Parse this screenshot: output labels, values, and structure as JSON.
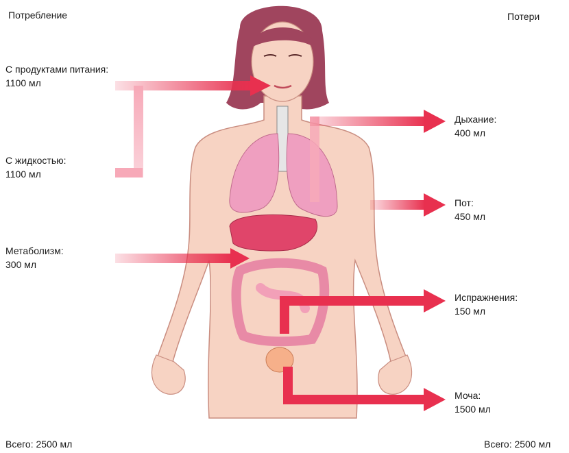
{
  "headings": {
    "intake": "Потребление",
    "losses": "Потери"
  },
  "intake": [
    {
      "label": "С продуктами питания:",
      "amount": "1100 мл"
    },
    {
      "label": "С жидкостью:",
      "amount": "1100 мл"
    },
    {
      "label": "Метаболизм:",
      "amount": "300 мл"
    }
  ],
  "losses": [
    {
      "label": "Дыхание:",
      "amount": "400 мл"
    },
    {
      "label": "Пот:",
      "amount": "450 мл"
    },
    {
      "label": "Испражнения:",
      "amount": "150 мл"
    },
    {
      "label": "Моча:",
      "amount": "1500 мл"
    }
  ],
  "totals": {
    "intake": "Всего: 2500 мл",
    "losses": "Всего: 2500 мл"
  },
  "colors": {
    "arrow": "#e8304f",
    "arrow_light": "#f7a9b8",
    "skin": "#f7d3c3",
    "skin_outline": "#c98d80",
    "hair": "#a0455e",
    "lungs": "#ef9fc0",
    "liver": "#e0456a",
    "intestine": "#f2a0b8",
    "bladder": "#f6b08a"
  }
}
